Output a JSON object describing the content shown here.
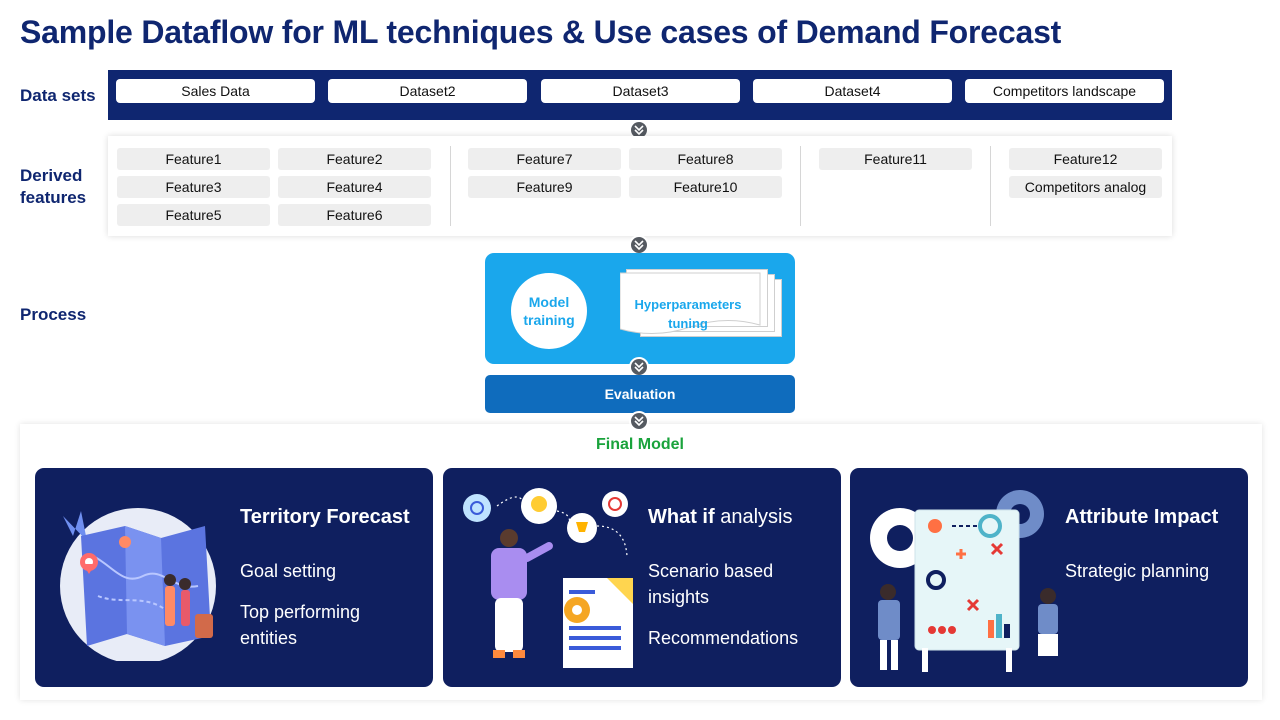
{
  "title": "Sample Dataflow for ML techniques & Use cases of Demand Forecast",
  "row_labels": {
    "datasets": "Data sets",
    "derived": "Derived features",
    "process": "Process"
  },
  "datasets": [
    "Sales Data",
    "Dataset2",
    "Dataset3",
    "Dataset4",
    "Competitors landscape"
  ],
  "features": {
    "group1": [
      "Feature1",
      "Feature2",
      "Feature3",
      "Feature4",
      "Feature5",
      "Feature6"
    ],
    "group2": [
      "Feature7",
      "Feature8",
      "Feature9",
      "Feature10"
    ],
    "group3": [
      "Feature11"
    ],
    "group4": [
      "Feature12",
      "Competitors analog"
    ]
  },
  "process": {
    "model_training": "Model training",
    "hyperparameters": "Hyperparameters tuning",
    "evaluation": "Evaluation"
  },
  "final_model": "Final Model",
  "cards": [
    {
      "title_bold": "Territory Forecast",
      "title_rest": "",
      "items": [
        "Goal setting",
        "Top performing entities"
      ]
    },
    {
      "title_bold": "What if",
      "title_rest": " analysis",
      "items": [
        "Scenario based insights",
        "Recommendations"
      ]
    },
    {
      "title_bold": "Attribute Impact",
      "title_rest": "",
      "items": [
        "Strategic planning"
      ]
    }
  ],
  "colors": {
    "navy": "#0f2670",
    "card_bg": "#0f1f5f",
    "process_blue": "#1aa7ec",
    "eval_blue": "#0f6cbd",
    "final_green": "#1aa33c",
    "feature_grey": "#eeeeee"
  },
  "icons": [
    "chevron-down-icon",
    "map-illustration",
    "idea-person-illustration",
    "strategy-board-illustration"
  ]
}
